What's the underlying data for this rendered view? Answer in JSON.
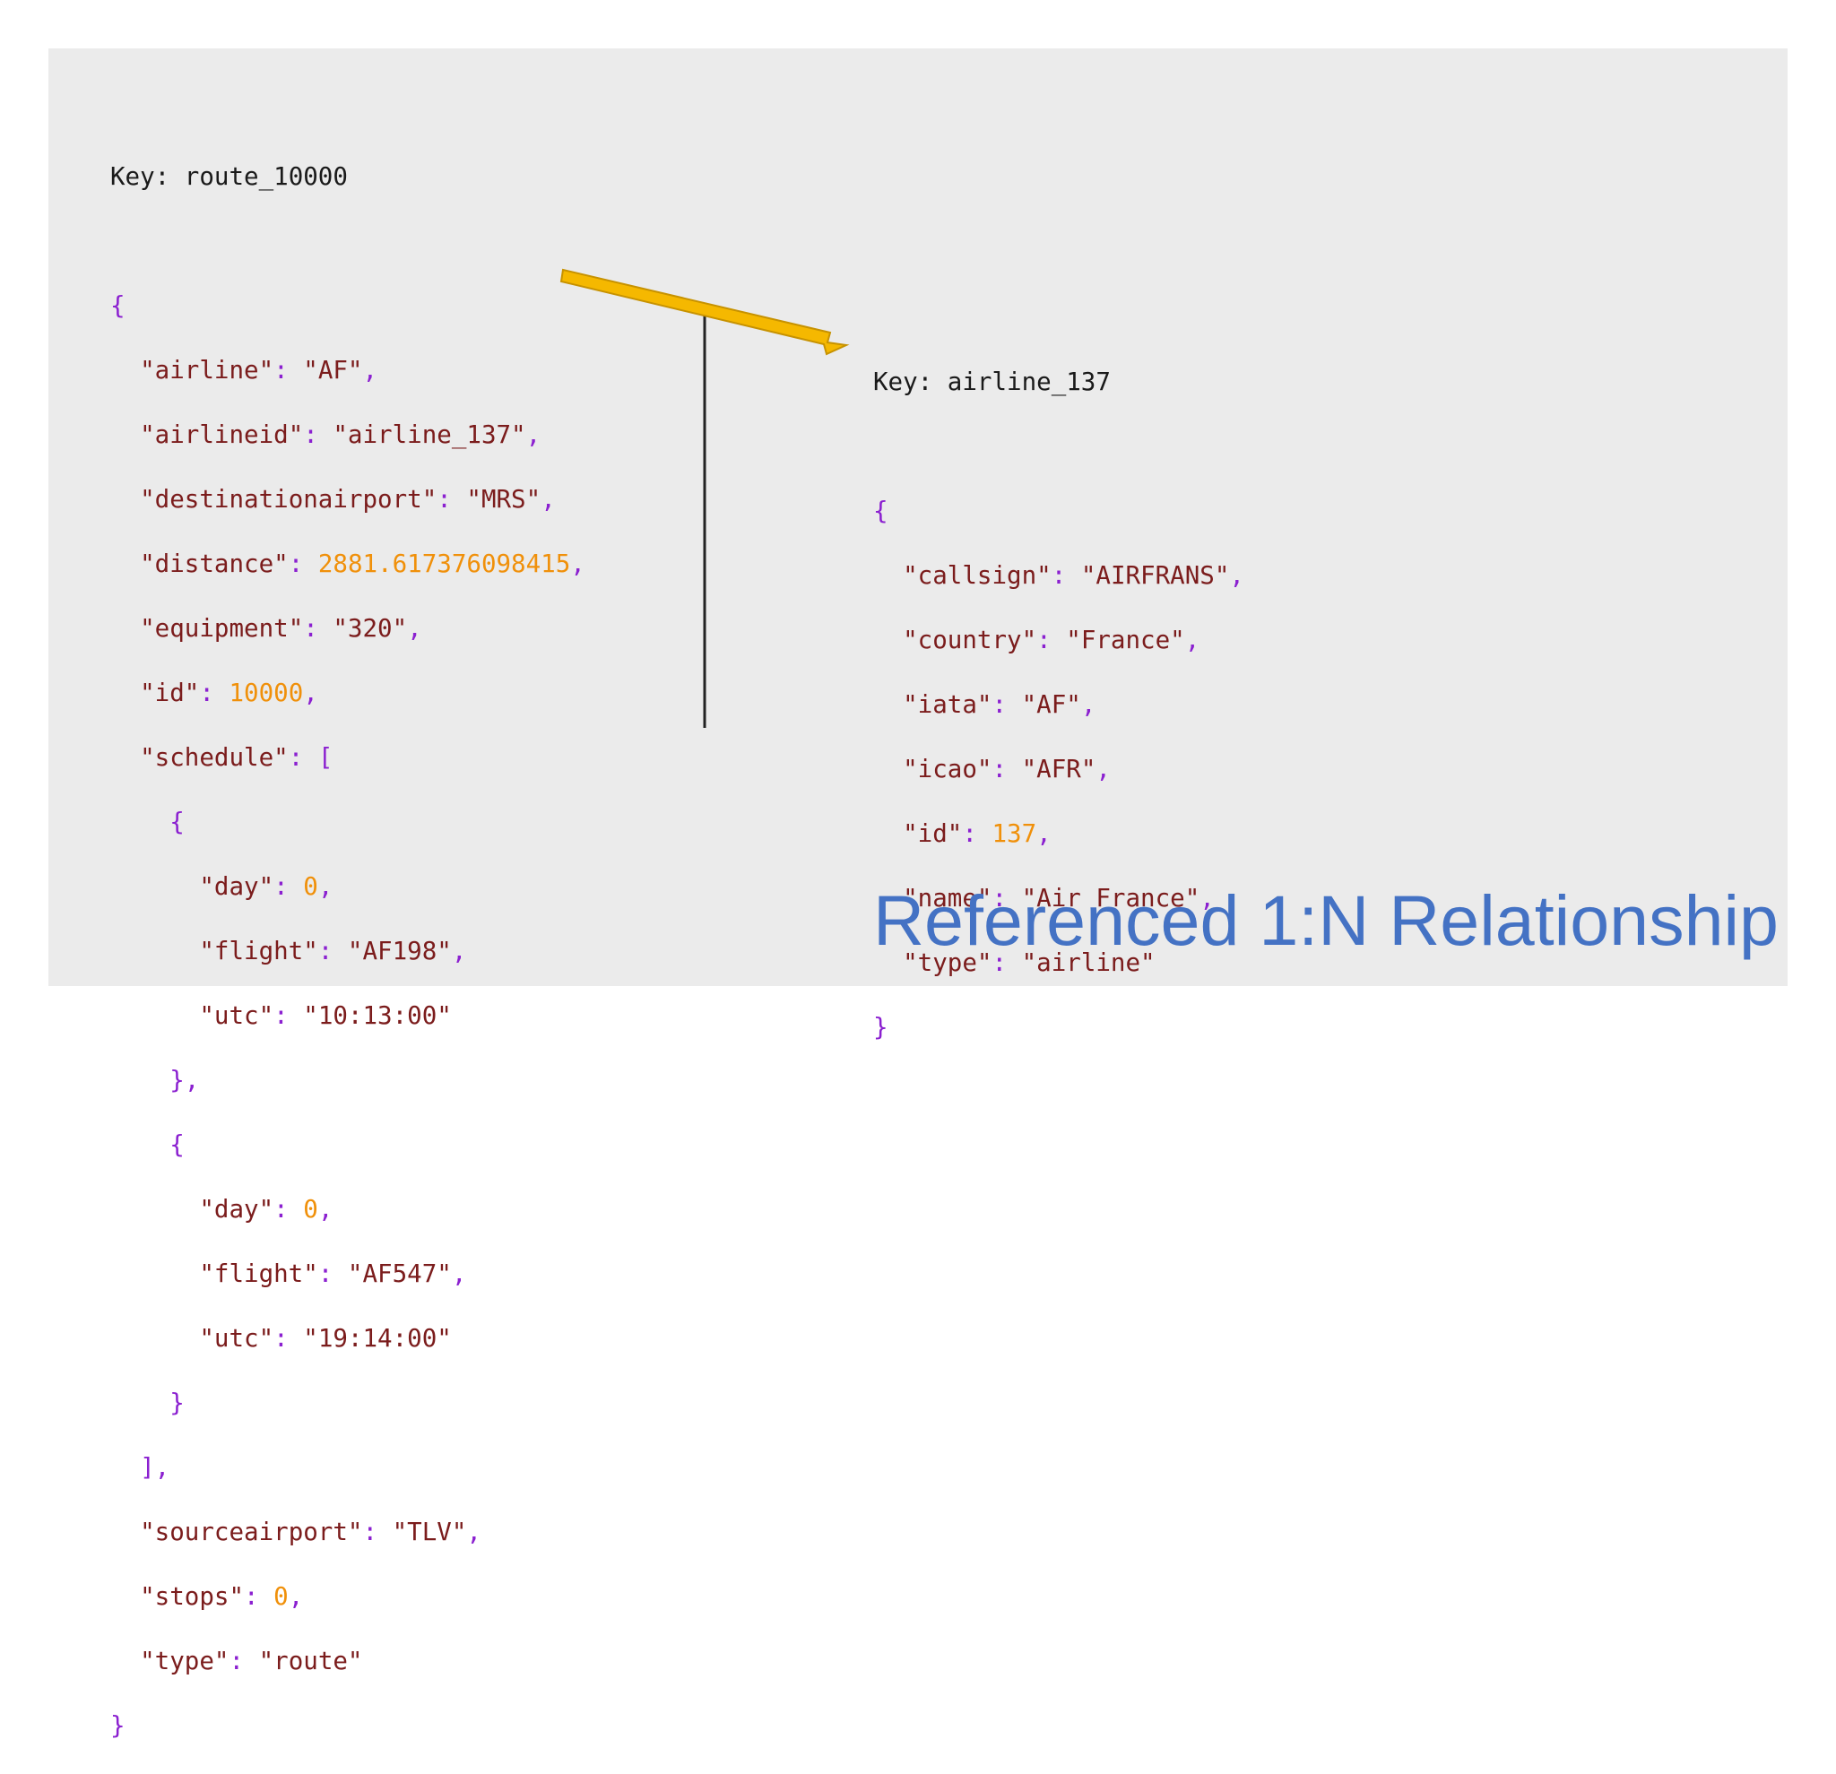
{
  "title": "Referenced 1:N Relationship",
  "route_doc": {
    "key_label": "Key:",
    "key_value": "route_10000",
    "open": "{",
    "close": "}",
    "fields": {
      "airline": "\"AF\"",
      "airlineid": "\"airline_137\"",
      "destinationairport": "\"MRS\"",
      "distance": "2881.617376098415",
      "equipment": "\"320\"",
      "id": "10000",
      "sourceairport": "\"TLV\"",
      "stops": "0",
      "type": "\"route\""
    },
    "keys": {
      "airline": "\"airline\"",
      "airlineid": "\"airlineid\"",
      "destinationairport": "\"destinationairport\"",
      "distance": "\"distance\"",
      "equipment": "\"equipment\"",
      "id": "\"id\"",
      "schedule": "\"schedule\"",
      "sourceairport": "\"sourceairport\"",
      "stops": "\"stops\"",
      "type": "\"type\""
    },
    "schedule": [
      {
        "day_key": "\"day\"",
        "day": "0",
        "flight_key": "\"flight\"",
        "flight": "\"AF198\"",
        "utc_key": "\"utc\"",
        "utc": "\"10:13:00\""
      },
      {
        "day_key": "\"day\"",
        "day": "0",
        "flight_key": "\"flight\"",
        "flight": "\"AF547\"",
        "utc_key": "\"utc\"",
        "utc": "\"19:14:00\""
      }
    ]
  },
  "airline_doc": {
    "key_label": "Key:",
    "key_value": "airline_137",
    "open": "{",
    "close": "}",
    "keys": {
      "callsign": "\"callsign\"",
      "country": "\"country\"",
      "iata": "\"iata\"",
      "icao": "\"icao\"",
      "id": "\"id\"",
      "name": "\"name\"",
      "type": "\"type\""
    },
    "fields": {
      "callsign": "\"AIRFRANS\"",
      "country": "\"France\"",
      "iata": "\"AF\"",
      "icao": "\"AFR\"",
      "id": "137",
      "name": "\"Air France\"",
      "type": "\"airline\""
    }
  },
  "colors": {
    "background": "#ebebeb",
    "string": "#7b1c1c",
    "number": "#f0900a",
    "punctuation": "#8b20d0",
    "title": "#4472c4",
    "arrow_fill": "#f5b800",
    "arrow_stroke": "#c79200"
  }
}
